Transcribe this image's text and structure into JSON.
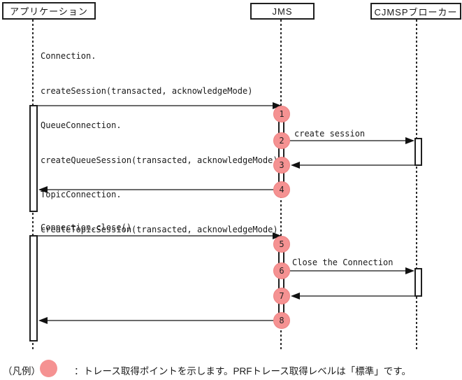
{
  "actors": {
    "application": "アプリケーション",
    "jms": "JMS",
    "broker": "CJMSPブローカー"
  },
  "messages": {
    "create_session_call_lines": [
      "Connection.",
      "createSession(transacted, acknowledgeMode)",
      "QueueConnection.",
      "createQueueSession(transacted, acknowledgeMode)",
      "TopicConnection.",
      "createTopicSession(transacted, acknowledgeMode)"
    ],
    "create_session_broker": "create session",
    "connection_close_call": "Connection.close()",
    "close_connection_broker": "Close the Connection"
  },
  "trace_points": [
    "1",
    "2",
    "3",
    "4",
    "5",
    "6",
    "7",
    "8"
  ],
  "legend": {
    "prefix": "（凡例）",
    "description": "：トレース取得ポイントを示します。PRFトレース取得レベルは「標準」です。"
  },
  "colors": {
    "trace_point_fill": "#f59292",
    "message_line": "#6b6b6b",
    "border": "#1f1f1f"
  }
}
